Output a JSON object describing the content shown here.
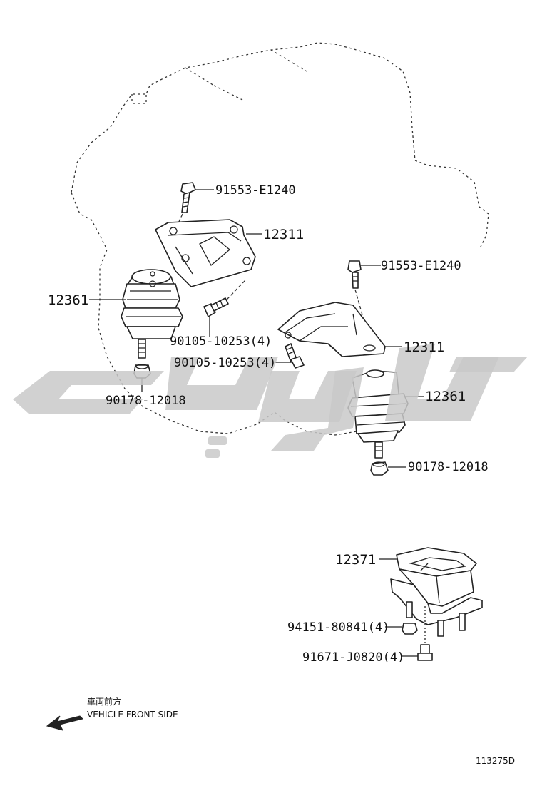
{
  "callouts": {
    "bolt_left": "91553-E1240",
    "bracket_left": "12311",
    "mount_left": "12361",
    "bolts_left": "90105-10253(4)",
    "bolts_right": "90105-10253(4)",
    "bolt_right": "91553-E1240",
    "bracket_right": "12311",
    "mount_right": "12361",
    "nut_left": "90178-12018",
    "nut_right": "90178-12018",
    "rear_mount": "12371",
    "rear_nut": "94151-80841(4)",
    "rear_bolt": "91671-J0820(4)"
  },
  "direction": {
    "japanese": "車両前方",
    "english": "VEHICLE FRONT SIDE"
  },
  "figure_id": "113275D",
  "colors": {
    "line": "#222222",
    "watermark": "#c9c9c9",
    "background": "#ffffff"
  }
}
